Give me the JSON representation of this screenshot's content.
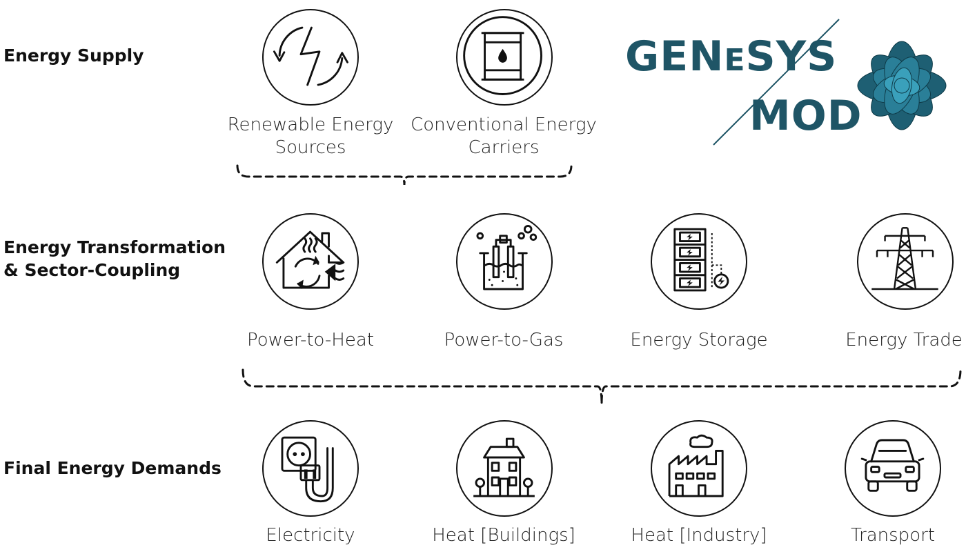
{
  "rows": {
    "supply": "Energy Supply",
    "transformation": "Energy Transformation\n& Sector-Coupling",
    "demand": "Final Energy Demands"
  },
  "supply_items": [
    {
      "label": "Renewable Energy\nSources",
      "icon": "renewable-cycle-icon"
    },
    {
      "label": "Conventional Energy\nCarriers",
      "icon": "oil-barrel-icon"
    }
  ],
  "transformation_items": [
    {
      "label": "Power-to-Heat",
      "icon": "house-heat-pump-icon"
    },
    {
      "label": "Power-to-Gas",
      "icon": "electrolysis-beaker-icon"
    },
    {
      "label": "Energy Storage",
      "icon": "battery-stack-icon"
    },
    {
      "label": "Energy Trade",
      "icon": "transmission-tower-icon"
    }
  ],
  "demand_items": [
    {
      "label": "Electricity",
      "icon": "socket-plug-icon"
    },
    {
      "label": "Heat [Buildings]",
      "icon": "building-icon"
    },
    {
      "label": "Heat [Industry]",
      "icon": "factory-icon"
    },
    {
      "label": "Transport",
      "icon": "car-icon"
    }
  ],
  "logo": {
    "line1_a": "GEN",
    "line1_small": "E",
    "line1_b": "SYS",
    "line2": "MOD",
    "color": "#1f5566",
    "flower_color": "#1e5f73"
  }
}
